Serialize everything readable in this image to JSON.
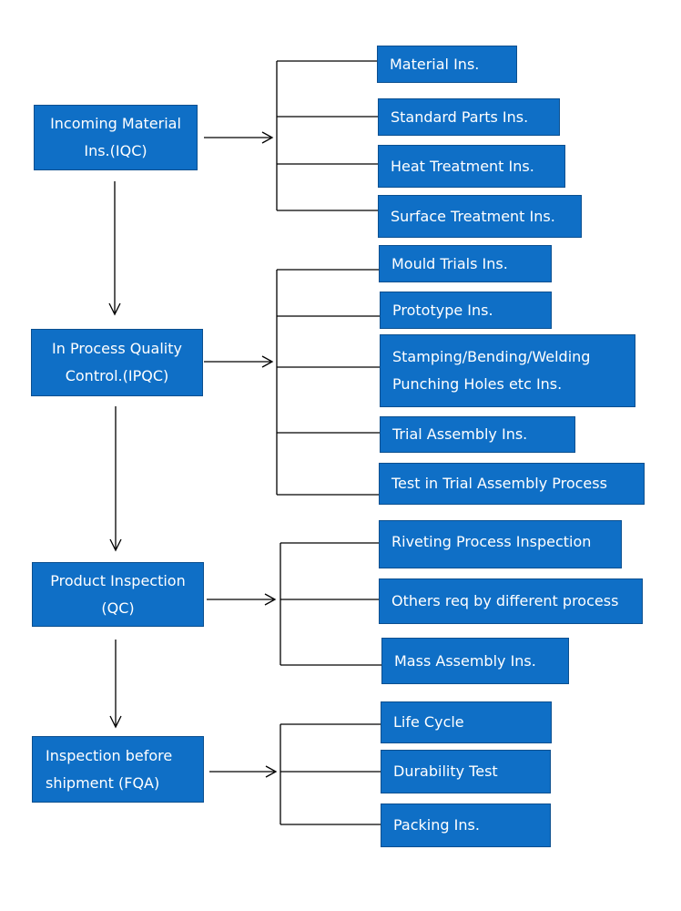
{
  "colors": {
    "box_fill": "#0f6fc6",
    "box_border": "#0b4f8f",
    "box_text": "#ffffff",
    "line": "#000000"
  },
  "stages": [
    {
      "label": "Incoming Material\nIns.(IQC)",
      "items": [
        "Material Ins.",
        "Standard Parts Ins.",
        "Heat Treatment Ins.",
        "Surface Treatment Ins."
      ]
    },
    {
      "label": "In Process Quality\nControl.(IPQC)",
      "items": [
        "Mould Trials Ins.",
        "Prototype Ins.",
        "Stamping/Bending/Welding\nPunching Holes etc Ins.",
        "Trial Assembly Ins.",
        "Test in Trial Assembly Process"
      ]
    },
    {
      "label": "Product Inspection\n(QC)",
      "items": [
        "Riveting Process Inspection",
        "Others req by different process",
        "Mass Assembly Ins."
      ]
    },
    {
      "label": "Inspection before\nshipment (FQA)",
      "items": [
        "Life Cycle",
        "Durability Test",
        "Packing Ins."
      ]
    }
  ]
}
